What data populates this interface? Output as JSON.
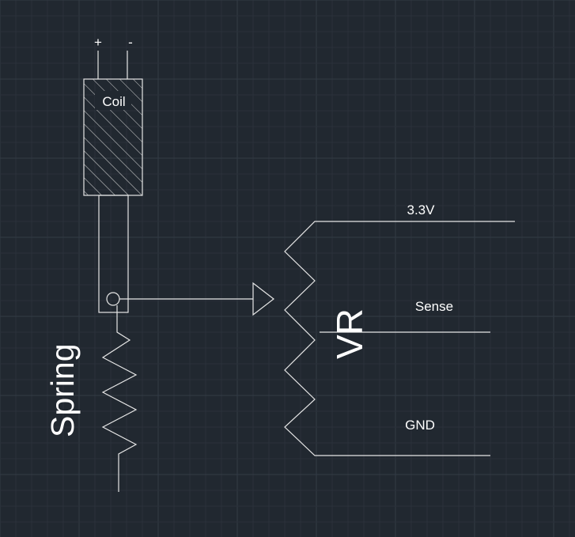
{
  "diagram": {
    "background_color": "#212830",
    "line_color": "#e6e6e6",
    "text_color": "#ffffff",
    "labels": {
      "coil_plus": "+",
      "coil_minus": "-",
      "coil": "Coil",
      "spring": "Spring",
      "vr": "VR",
      "supply": "3.3V",
      "sense": "Sense",
      "ground": "GND"
    }
  }
}
